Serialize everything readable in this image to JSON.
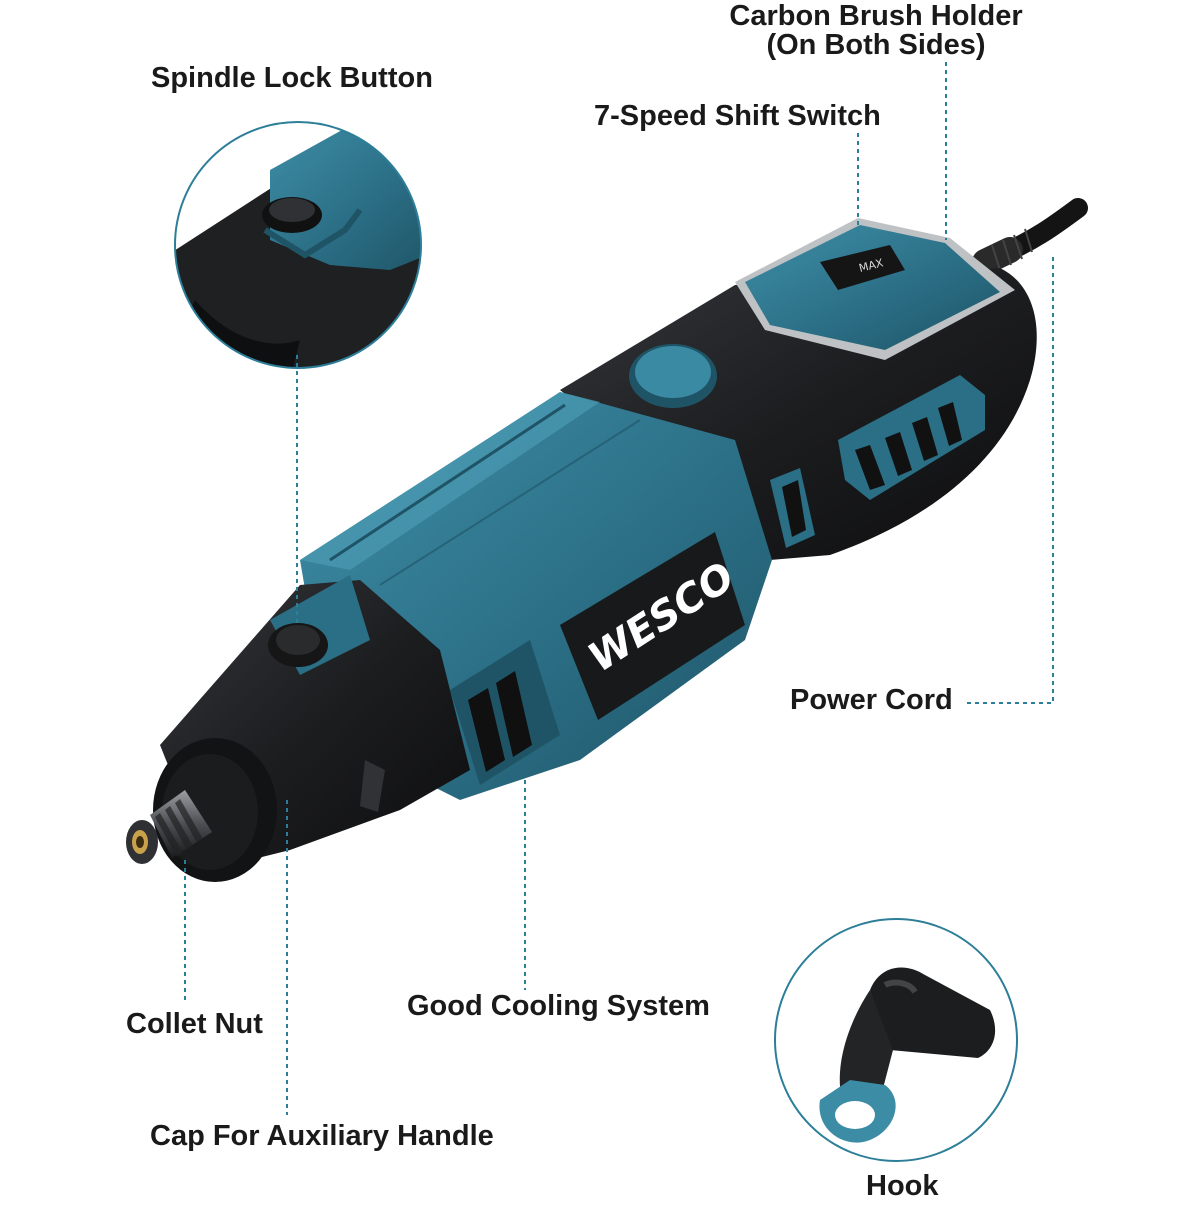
{
  "brand": {
    "logo_text": "WESCO",
    "switch_text": "MAX"
  },
  "labels": {
    "carbon_brush_holder": [
      "Carbon Brush Holder",
      "(On Both Sides)"
    ],
    "speed_switch": "7-Speed Shift Switch",
    "spindle_lock_button": "Spindle Lock Button",
    "power_cord": "Power Cord",
    "collet_nut": "Collet Nut",
    "cooling_system": "Good Cooling System",
    "auxiliary_cap": "Cap For Auxiliary Handle",
    "hook": "Hook"
  },
  "colors": {
    "body_teal": "#2b6f86",
    "teal_light": "#3d8ca5",
    "teal_dark": "#1f5466",
    "black_body": "#1c1d1f",
    "black_edge": "#0d0d0e",
    "callout_line": "#2d7e98",
    "text": "#1a1a1a",
    "chrome": "#c9cbcd"
  }
}
